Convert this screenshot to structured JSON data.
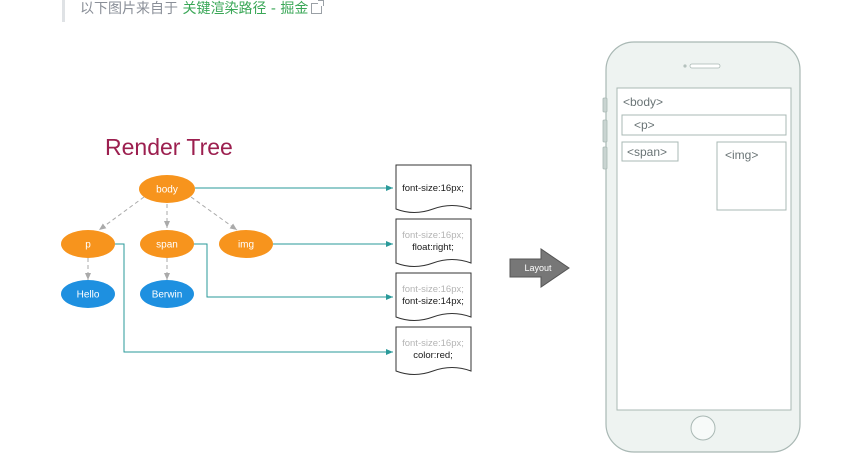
{
  "quote": {
    "prefix": "以下图片来自于",
    "link_text": "关键渲染路径 - 掘金",
    "link_icon": "external-link-icon"
  },
  "diagram": {
    "title": "Render Tree",
    "nodes": {
      "body": "body",
      "p": "p",
      "span": "span",
      "img": "img",
      "hello": "Hello",
      "berwin": "Berwin"
    },
    "styles": [
      {
        "inherited": "",
        "own": "font-size:16px;"
      },
      {
        "inherited": "font-size:16px;",
        "own": "float:right;"
      },
      {
        "inherited": "font-size:16px;",
        "own": "font-size:14px;"
      },
      {
        "inherited": "font-size:16px;",
        "own": "color:red;"
      }
    ],
    "layout_label": "Layout",
    "colors": {
      "element_node": "#f7941d",
      "text_node": "#1e90e0",
      "connector": "#2a9a9a",
      "dashed_edge": "#aaaaaa",
      "title": "#9c1f4f"
    }
  },
  "phone": {
    "body_label": "<body>",
    "p_label": "<p>",
    "span_label": "<span>",
    "img_label": "<img>",
    "frame_color": "#a9b8b4"
  }
}
